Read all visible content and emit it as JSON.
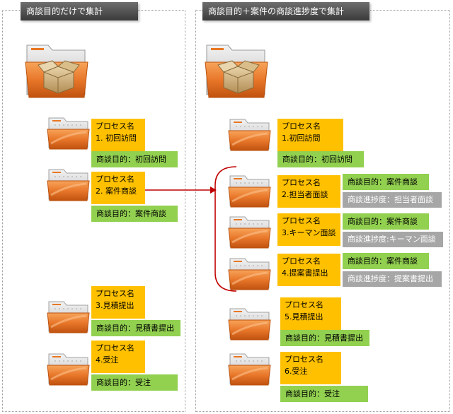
{
  "left": {
    "title": "商談目的だけで集計",
    "items": [
      {
        "head": "プロセス名",
        "name": "1. 初回訪問",
        "purpose": "商談目的：初回訪問"
      },
      {
        "head": "プロセス名",
        "name": "2. 案件商談",
        "purpose": "商談目的：案件商談"
      },
      {
        "head": "プロセス名",
        "name": "3.見積提出",
        "purpose": "商談目的：見積書提出"
      },
      {
        "head": "プロセス名",
        "name": "4.受注",
        "purpose": "商談目的：受注"
      }
    ]
  },
  "right": {
    "title": "商談目的＋案件の商談進捗度で集計",
    "items": [
      {
        "head": "プロセス名",
        "name": "1.初回訪問",
        "purpose": "商談目的：初回訪問"
      },
      {
        "head": "プロセス名",
        "name": "5.見積提出",
        "purpose": "商談目的：見積書提出"
      },
      {
        "head": "プロセス名",
        "name": "6.受注",
        "purpose": "商談目的：受注"
      }
    ],
    "sub_items": [
      {
        "head": "プロセス名",
        "name": "2.担当者面談",
        "purpose": "商談目的：案件商談",
        "progress": "商談進捗度：担当者面談"
      },
      {
        "head": "プロセス名",
        "name": "3.キーマン面談",
        "purpose": "商談目的：案件商談",
        "progress": "商談進捗度:キーマン面談"
      },
      {
        "head": "プロセス名",
        "name": "4.提案書提出",
        "purpose": "商談目的：案件商談",
        "progress": "商談進捗度：提案書提出"
      }
    ]
  },
  "colors": {
    "process": "#FFC000",
    "purpose": "#92D050",
    "progress": "#A6A6A6",
    "arrow": "#C00000"
  },
  "icons": [
    "open-box-folder-icon",
    "folder-icon"
  ]
}
